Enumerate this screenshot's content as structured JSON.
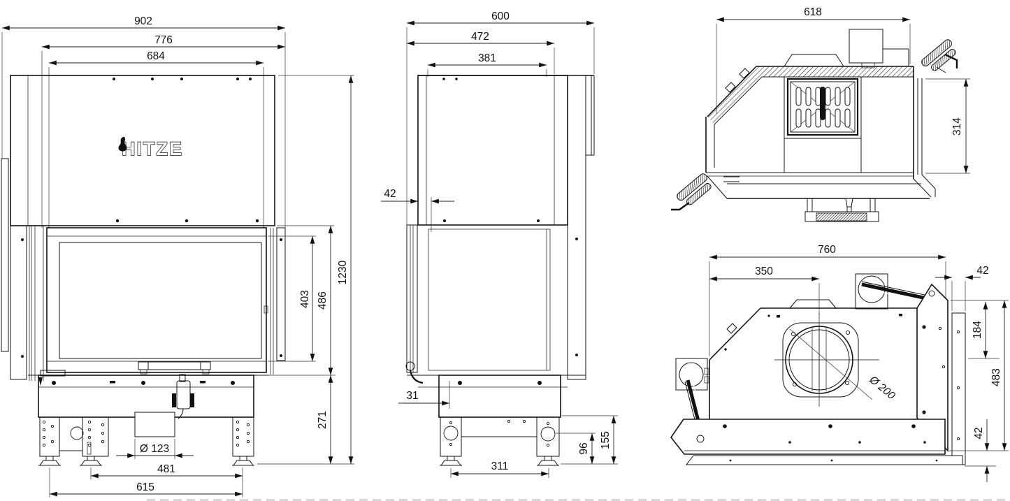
{
  "drawing": {
    "brand": "HITZE",
    "type": "fireplace-insert-dimension-drawing",
    "units": "mm",
    "views": {
      "front": {
        "label": "front view",
        "dims": {
          "overall_width": "902",
          "casing_width": "776",
          "opening_width": "684",
          "glass_height": "403",
          "door_height": "486",
          "overall_height": "1230",
          "base_height": "271",
          "foot_hole_diameter": "Ø 123",
          "feet_span_inner": "481",
          "feet_span_outer": "615"
        }
      },
      "side": {
        "label": "side view",
        "dims": {
          "overall_depth": "600",
          "casing_depth": "472",
          "opening_depth": "381",
          "glass_offset": "42",
          "lever_offset": "31",
          "feet_span": "311",
          "hole_height": "96",
          "base_height": "155"
        }
      },
      "top": {
        "label": "top view",
        "dims": {
          "body_width": "618",
          "glass_width": "314"
        }
      },
      "rear": {
        "label": "rear view",
        "dims": {
          "overall_width": "760",
          "flue_offset": "350",
          "side_strip_width": "42",
          "flue_top_offset": "184",
          "body_height": "483",
          "bottom_strip_height": "42",
          "flue_diameter": "Ø 200"
        }
      }
    }
  }
}
